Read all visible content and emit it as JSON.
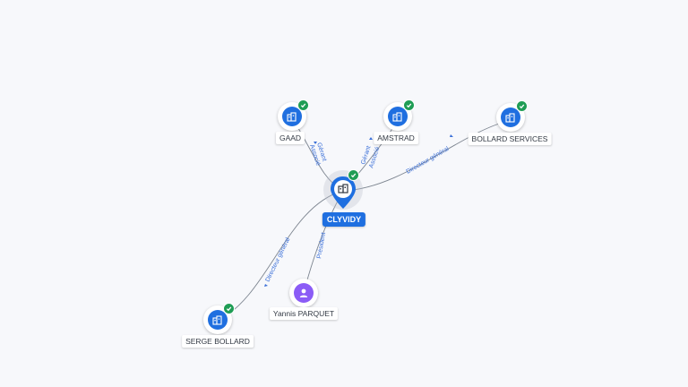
{
  "nodes": {
    "center": {
      "label": "CLYVIDY",
      "icon": "building-icon",
      "verified": true
    },
    "gaad": {
      "label": "GAAD",
      "icon": "building-icon",
      "verified": true
    },
    "amstrad": {
      "label": "AMSTRAD",
      "icon": "building-icon",
      "verified": true
    },
    "bollard_services": {
      "label": "BOLLARD SERVICES",
      "icon": "building-icon",
      "verified": true
    },
    "serge_bollard": {
      "label": "SERGE BOLLARD",
      "icon": "building-icon",
      "verified": true
    },
    "yannis_parquet": {
      "label": "Yannis PARQUET",
      "icon": "person-icon",
      "verified": false
    }
  },
  "edges": {
    "gaad": {
      "line1": "Gérant",
      "line2": "Associé"
    },
    "amstrad": {
      "line1": "Gérant",
      "line2": "Associé"
    },
    "bollard_services": {
      "line1": "Directeur général"
    },
    "serge_bollard": {
      "line1": "Directeur général"
    },
    "yannis_parquet": {
      "line1": "Président"
    }
  },
  "colors": {
    "company": "#1f6fe0",
    "person": "#8b5cf6",
    "verified": "#1f9d55",
    "edge_label": "#3a6fd8"
  }
}
